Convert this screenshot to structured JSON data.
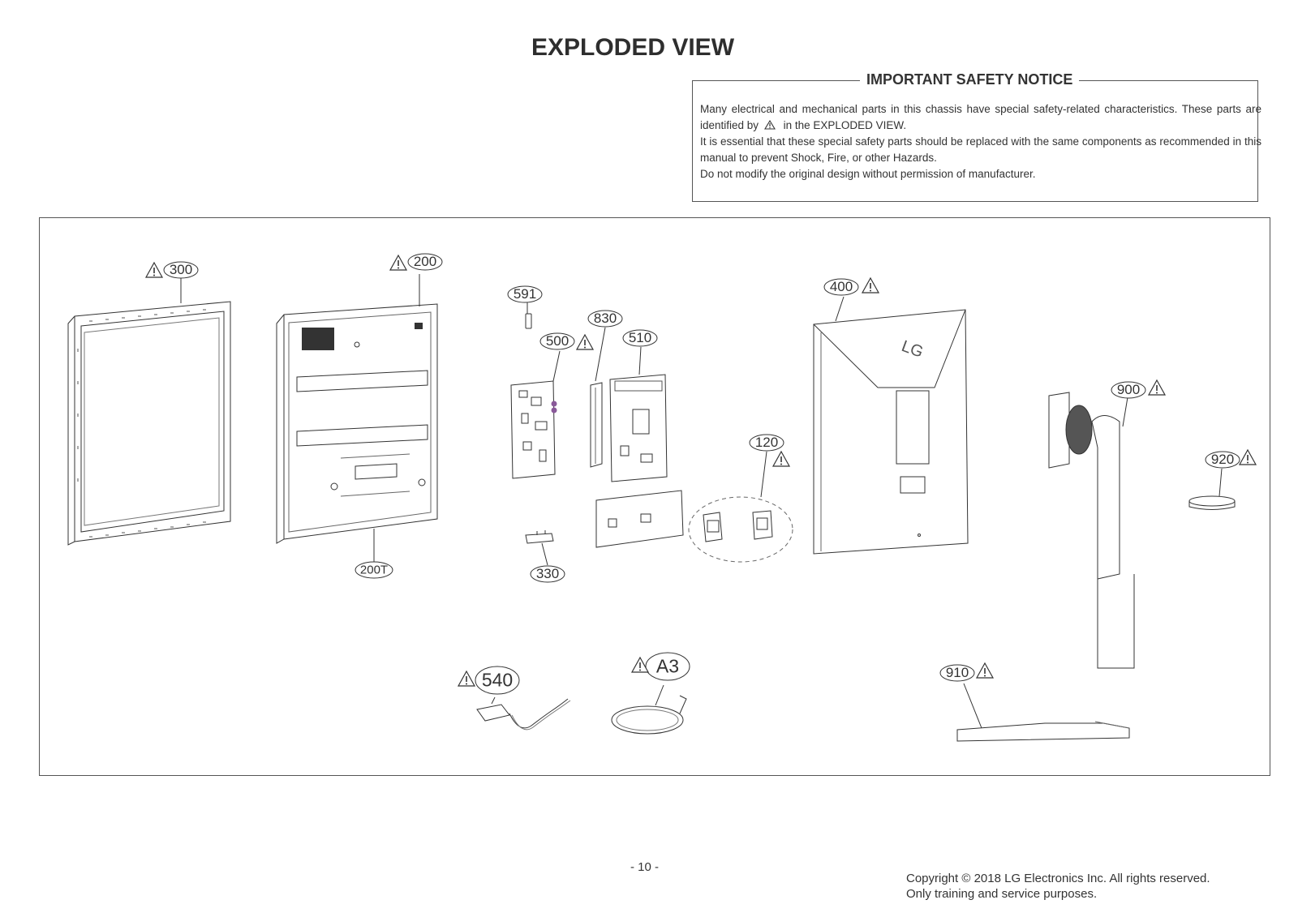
{
  "title": "EXPLODED VIEW",
  "safety_notice": {
    "heading": "IMPORTANT SAFETY NOTICE",
    "line1": "Many electrical and mechanical parts in this chassis have special safety-related characteristics. These parts are identified by",
    "line1_end": "in the  EXPLODED VIEW.",
    "line2": "It is essential that these special safety parts should be replaced with the same components as recommended in this manual to prevent Shock, Fire, or other Hazards.",
    "line3": "Do not modify the original design without permission of manufacturer."
  },
  "callouts": {
    "c300": "300",
    "c200": "200",
    "c200T": "200T",
    "c591": "591",
    "c830": "830",
    "c500": "500",
    "c510": "510",
    "c330": "330",
    "c400": "400",
    "c120": "120",
    "c900": "900",
    "c920": "920",
    "c540": "540",
    "cA3": "A3",
    "c910": "910"
  },
  "footer": {
    "page_number": "- 10 -",
    "copyright_line1": "Copyright © 2018 LG Electronics Inc. All rights reserved.",
    "copyright_line2": "Only training and service purposes."
  }
}
